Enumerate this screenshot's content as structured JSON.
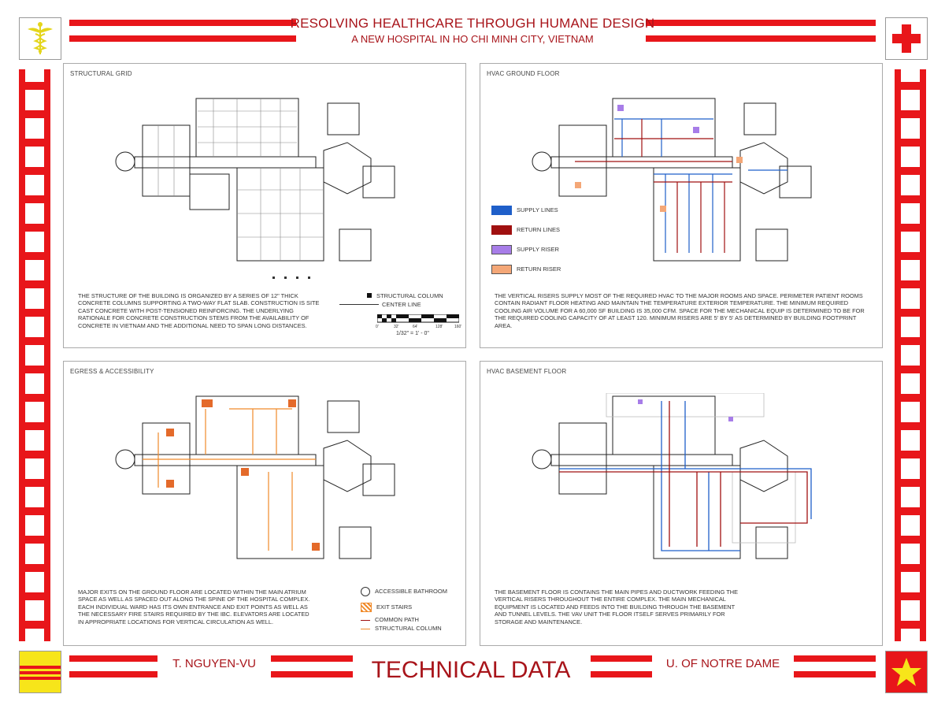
{
  "header": {
    "title": "RESOLVING HEALTHCARE THROUGH HUMANE DESIGN",
    "subtitle": "A NEW HOSPITAL IN HO CHI MINH CITY, VIETNAM"
  },
  "logos": {
    "left": "caduceus-icon",
    "right": "red-cross-icon",
    "bottom_left": "striped-flag-icon",
    "bottom_right": "star-flag-icon"
  },
  "colors": {
    "accent": "#e8161a",
    "title": "#a8141a",
    "supply": "#1f5fc9",
    "return": "#a01010",
    "supply_riser": "#a77de8",
    "return_riser": "#f4a777",
    "egress": "#f08a2a"
  },
  "panels": {
    "structural": {
      "title": "STRUCTURAL GRID",
      "description": "THE STRUCTURE OF THE BUILDING IS ORGANIZED BY A SERIES OF 12\" THICK CONCRETE COLUMNS SUPPORTING A TWO-WAY FLAT SLAB. CONSTRUCTION IS SITE CAST CONCRETE WITH POST-TENSIONED REINFORCING.   THE UNDERLYING RATIONALE FOR CONCRETE CONSTRUCTION STEMS FROM THE AVAILABILITY OF CONCRETE IN VIETNAM AND THE ADDITIONAL NEED TO SPAN LONG DISTANCES.",
      "legend_column": "STRUCTURAL COLUMN",
      "legend_centerline": "CENTER LINE",
      "scale_ticks": [
        "0'",
        "32'",
        "64'",
        "128'",
        "160'"
      ],
      "scale_note": "1/32\" = 1' - 0\""
    },
    "hvac_ground": {
      "title": "HVAC GROUND FLOOR",
      "legend": [
        "SUPPLY LINES",
        "RETURN LINES",
        "SUPPLY RISER",
        "RETURN RISER"
      ],
      "description": "THE VERTICAL RISERS SUPPLY MOST OF THE REQUIRED HVAC TO THE MAJOR ROOMS AND SPACE.  PERIMETER PATIENT ROOMS CONTAIN RADIANT FLOOR HEATING AND MAINTAIN THE TEMPERATURE EXTERIOR TEMPERATURE.  THE MINIMUM REQUIRED COOLING AIR VOLUME FOR A 60,000 SF BUILDING IS  35,000 CFM. SPACE FOR THE MECHANICAL EQUIP IS DETERMINED TO BE FOR THE REQUIRED COOLING CAPACITY OF AT LEAST 120.  MINIMUM RISERS ARE 5' BY 5' AS DETERMINED BY BUILDING FOOTPRINT AREA."
    },
    "egress": {
      "title": "EGRESS & ACCESSIBILITY",
      "description": "MAJOR EXITS ON THE GROUND FLOOR ARE LOCATED WITHIN THE MAIN ATRIUM SPACE AS WELL AS SPACED OUT ALONG THE SPINE OF THE HOSPITAL COMPLEX. EACH INDIVIDUAL WARD HAS ITS OWN ENTRANCE AND EXIT POINTS AS WELL AS THE NECESSARY FIRE STAIRS REQUIRED BY THE IBC. ELEVATORS ARE LOCATED IN APPROPRIATE LOCATIONS FOR VERTICAL CIRCULATION AS WELL.",
      "legend": [
        "ACCESSIBLE BATHROOM",
        "EXIT STAIRS",
        "COMMON PATH",
        "STRUCTURAL COLUMN"
      ]
    },
    "hvac_basement": {
      "title": "HVAC BASEMENT FLOOR",
      "description": "THE BASEMENT FLOOR IS CONTAINS THE MAIN PIPES AND DUCTWORK FEEDING THE VERTICAL RISERS THROUGHOUT THE ENTIRE COMPLEX.  THE MAIN MECHANICAL EQUIPMENT IS LOCATED AND FEEDS INTO THE BUILDING THROUGH THE BASEMENT AND TUNNEL LEVELS.  THE VAV UNIT THE FLOOR ITSELF SERVES PRIMARILY FOR STORAGE AND MAINTENANCE."
    }
  },
  "footer": {
    "author": "T. NGUYEN-VU",
    "main": "TECHNICAL DATA",
    "school": "U. OF NOTRE DAME"
  }
}
